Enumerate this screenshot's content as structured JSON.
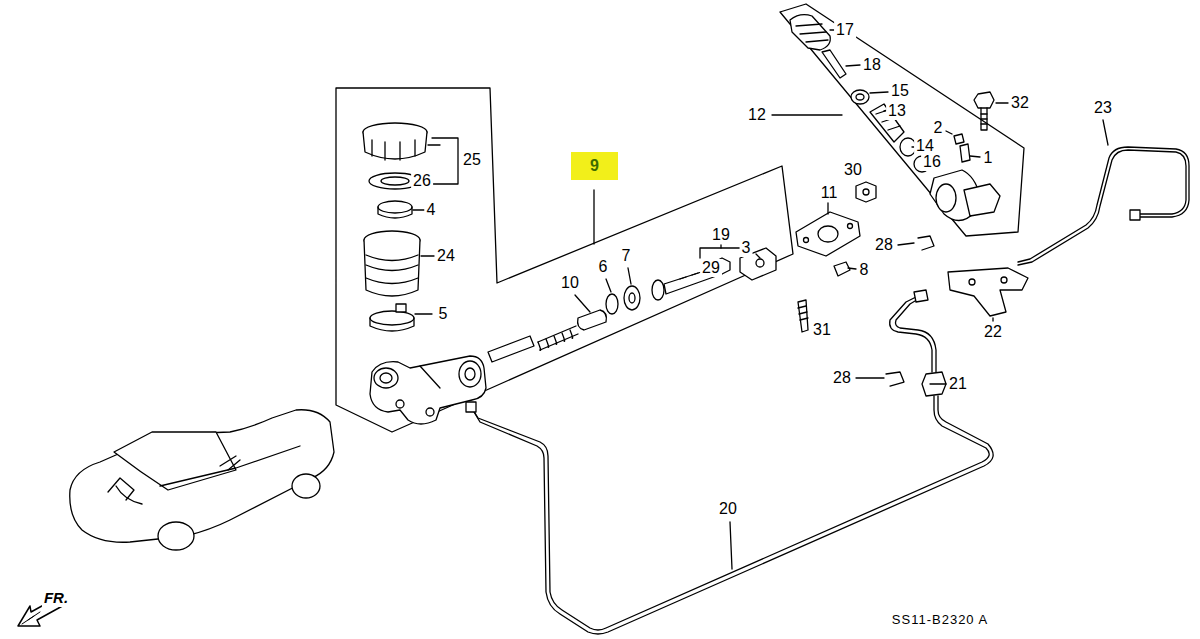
{
  "diagram": {
    "nodes": [
      {
        "text": [
          "9"
        ]
      }
    ],
    "labels": [
      "17",
      "18",
      "15",
      "12",
      "13",
      "14",
      "2",
      "1",
      "16",
      "32",
      "23",
      "25",
      "26",
      "4",
      "24",
      "5",
      "19",
      "3",
      "29",
      "10",
      "6",
      "7",
      "11",
      "30",
      "28",
      "8",
      "22",
      "31",
      "28",
      "21",
      "20",
      "FR.",
      "SS11-B2320 A"
    ]
  }
}
